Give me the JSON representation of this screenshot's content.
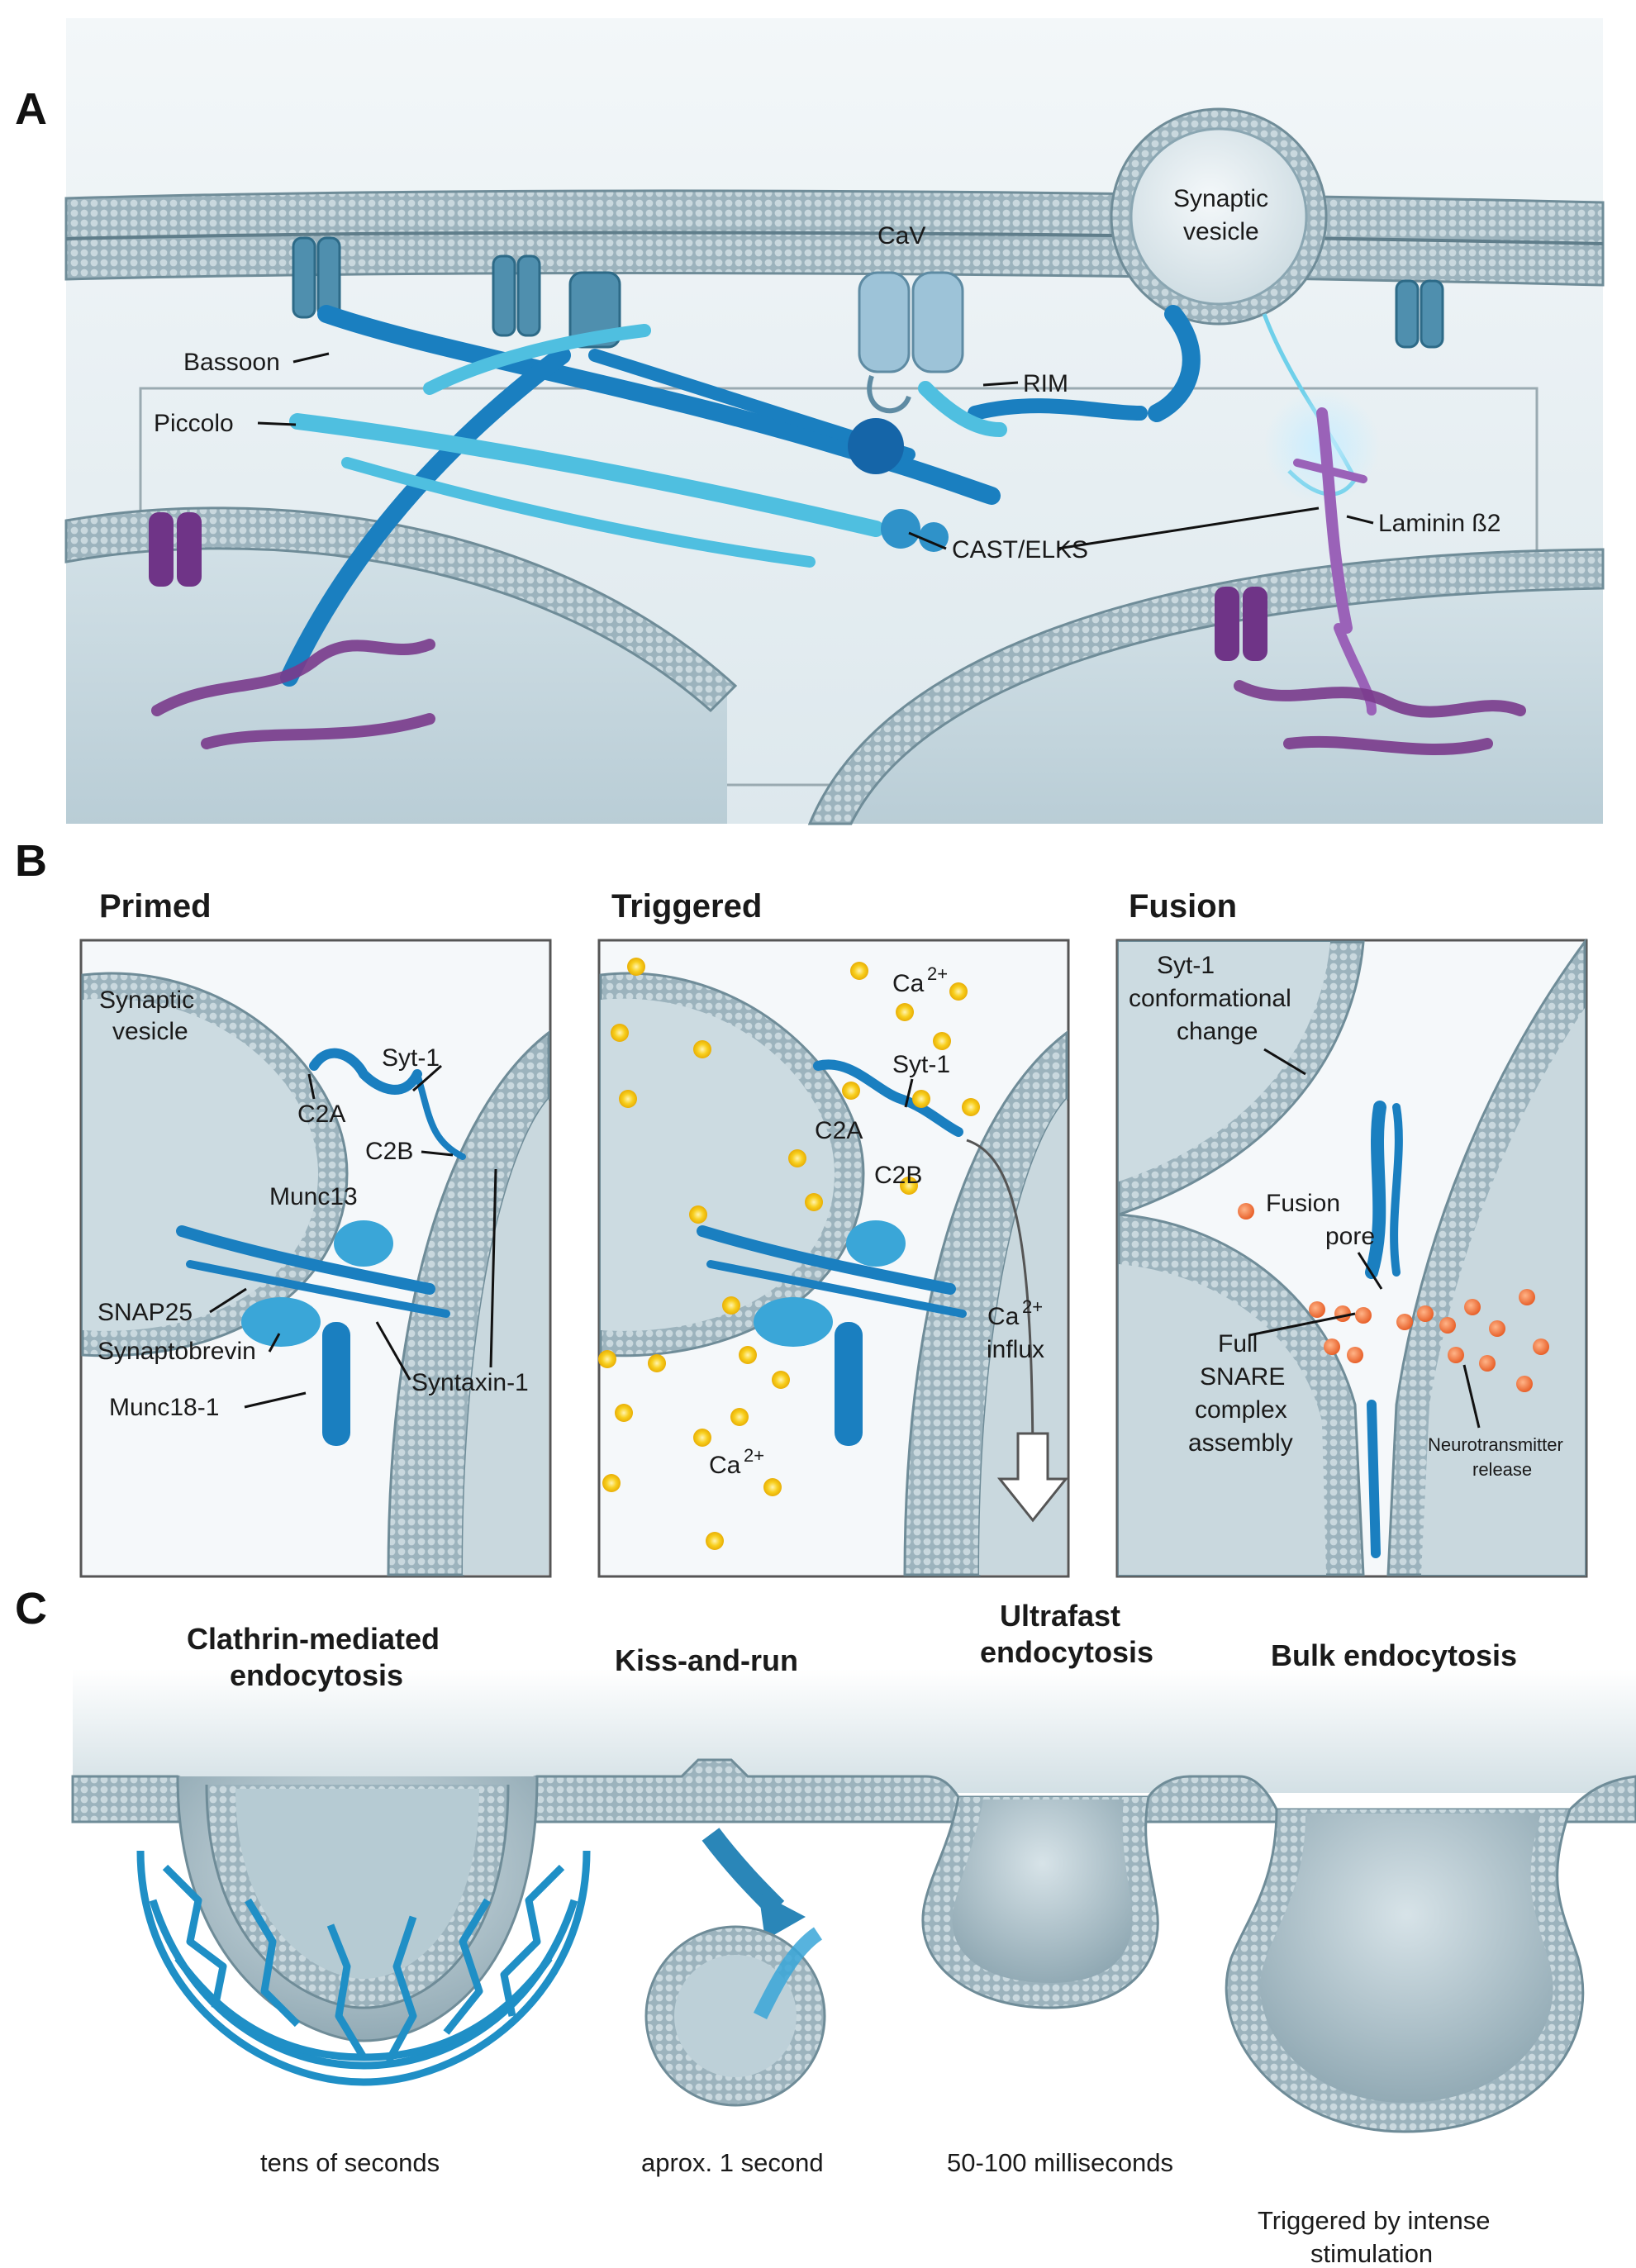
{
  "panels": {
    "a": {
      "letter": "A",
      "labels": {
        "cav": "CaV",
        "synaptic_vesicle_1": "Synaptic",
        "synaptic_vesicle_2": "vesicle",
        "bassoon": "Bassoon",
        "piccolo": "Piccolo",
        "rim": "RIM",
        "cast_elks": "CAST/ELKS",
        "laminin": "Laminin ß2"
      }
    },
    "b": {
      "letter": "B",
      "primed": {
        "title": "Primed",
        "labels": {
          "vesicle_1": "Synaptic",
          "vesicle_2": "vesicle",
          "syt1": "Syt-1",
          "c2a": "C2A",
          "c2b": "C2B",
          "munc13": "Munc13",
          "snap25": "SNAP25",
          "synaptobrevin": "Synaptobrevin",
          "syntaxin": "Syntaxin-1",
          "munc18": "Munc18-1"
        }
      },
      "triggered": {
        "title": "Triggered",
        "labels": {
          "ca_top": "Ca",
          "syt1": "Syt-1",
          "c2a": "C2A",
          "c2b": "C2B",
          "influx_ca": "Ca",
          "influx": "influx",
          "ca_bottom": "Ca",
          "charge": "2+"
        }
      },
      "fusion": {
        "title": "Fusion",
        "labels": {
          "syt_1": "Syt-1",
          "syt_2": "conformational",
          "syt_3": "change",
          "pore_1": "Fusion",
          "pore_2": "pore",
          "snare_1": "Full",
          "snare_2": "SNARE",
          "snare_3": "complex",
          "snare_4": "assembly",
          "nt_1": "Neurotransmitter",
          "nt_2": "release"
        }
      }
    },
    "c": {
      "letter": "C",
      "modes": [
        {
          "title_1": "Clathrin-mediated",
          "title_2": "endocytosis",
          "time_1": "tens of seconds",
          "time_2": ""
        },
        {
          "title_1": "Kiss-and-run",
          "title_2": "",
          "time_1": "aprox. 1 second",
          "time_2": ""
        },
        {
          "title_1": "Ultrafast",
          "title_2": "endocytosis",
          "time_1": "50-100 milliseconds",
          "time_2": ""
        },
        {
          "title_1": "Bulk endocytosis",
          "title_2": "",
          "time_1": "Triggered by intense",
          "time_2": "stimulation"
        }
      ]
    }
  },
  "colors": {
    "membrane": "#8aa6b2",
    "membrane_dark": "#5f7d8a",
    "bassoon": "#1a7fc0",
    "piccolo": "#4fbfe0",
    "purple": "#7a3b8c",
    "calcium": "#f4c20d",
    "neurotransmitter": "#f07a3a",
    "clathrin": "#1f8fc6"
  }
}
